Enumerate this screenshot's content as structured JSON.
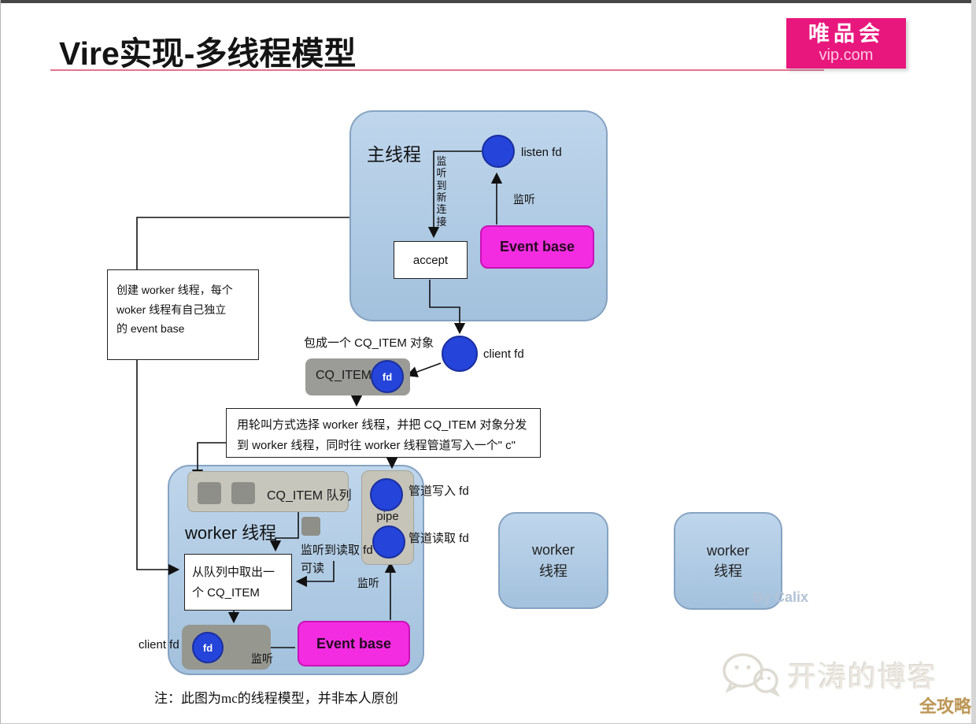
{
  "header": {
    "title": "Vire实现-多线程模型",
    "logo": {
      "line1": "唯品会",
      "line2": "vip.com"
    }
  },
  "diagram": {
    "main_thread": {
      "label": "主线程",
      "listen_fd_label": "listen fd",
      "listen_vertical_note": "监\n听\n到\n新\n连\n接",
      "listen_label": "监听",
      "accept_label": "accept",
      "event_base_label": "Event base"
    },
    "client_fd_label": "client fd",
    "wrap_note": "包成一个 CQ_ITEM 对象",
    "cq_item": {
      "label": "CQ_ITEM",
      "fd_label": "fd"
    },
    "note_create_worker": "创建 worker 线程，每个\nwoker 线程有自己独立\n的 event base",
    "note_round_robin": "用轮叫方式选择 worker 线程，并把 CQ_ITEM 对象分发\n到 worker 线程，同时往 worker 线程管道写入一个\" c\"",
    "worker_thread": {
      "label": "worker 线程",
      "queue_label": "CQ_ITEM 队列",
      "dequeue_note": "从队列中取出一\n个 CQ_ITEM",
      "pipe_label": "pipe",
      "pipe_write_label": "管道写入 fd",
      "pipe_read_label": "管道读取 fd",
      "listen_read_note": "监听到读取 fd\n可读",
      "listen_label_read": "监听",
      "listen_label_fd": "监听",
      "client_fd_label": "client fd",
      "fd_label": "fd",
      "event_base_label": "Event base"
    },
    "worker_thread_2": "worker\n线程",
    "worker_thread_3": "worker\n线程",
    "watermark": "By Calix"
  },
  "footer": {
    "note": "注：此图为mc的线程模型，并非本人原创",
    "blog_name": "开涛的博客",
    "badge": "全攻略"
  },
  "colors": {
    "brand_pink": "#e8177d",
    "event_base_magenta": "#f32ce2",
    "fd_circle_blue": "#2444da",
    "thread_box_blue": "#aec9e3",
    "badge_gold": "#bd9757",
    "title_underline_pink": "#e57391"
  }
}
